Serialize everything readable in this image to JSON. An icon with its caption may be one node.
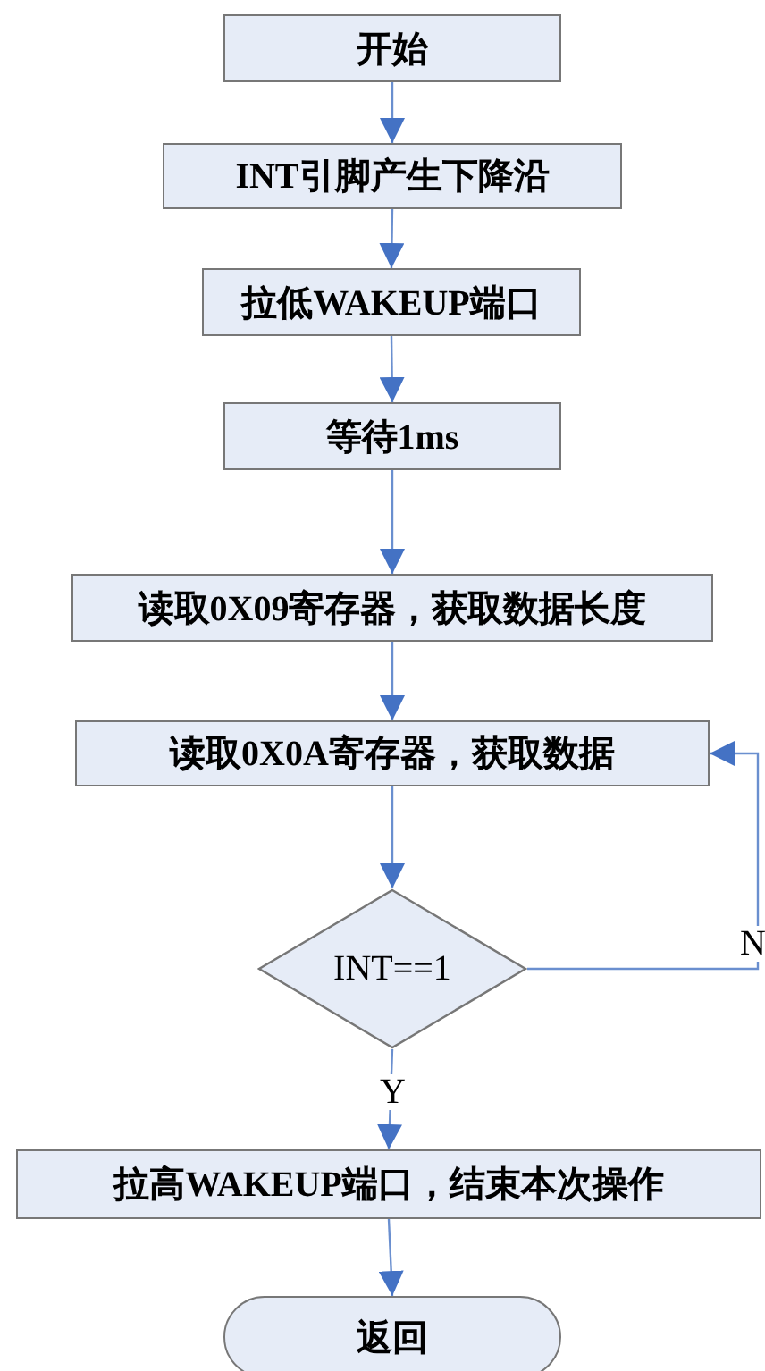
{
  "diagram": {
    "nodes": [
      {
        "text": [
          "开始"
        ]
      },
      {
        "text": [
          "INT引脚产生下降沿"
        ]
      },
      {
        "text": [
          "拉低WAKEUP端口"
        ]
      },
      {
        "text": [
          "等待1ms"
        ]
      },
      {
        "text": [
          "读取0X09寄存器，获取数据长度"
        ]
      },
      {
        "text": [
          "读取0X0A寄存器，获取数据"
        ]
      },
      {
        "text": [
          "INT==1"
        ]
      },
      {
        "text": [
          "拉高WAKEUP端口，结束本次操作"
        ]
      },
      {
        "text": [
          "返回"
        ]
      }
    ],
    "edges": [
      {
        "from": 0,
        "to": 1,
        "arrow": "to"
      },
      {
        "from": 1,
        "to": 2,
        "arrow": "to"
      },
      {
        "from": 2,
        "to": 3,
        "arrow": "to"
      },
      {
        "from": 3,
        "to": 4,
        "arrow": "to"
      },
      {
        "from": 4,
        "to": 5,
        "arrow": "to"
      },
      {
        "from": 5,
        "to": 6,
        "arrow": "to"
      },
      {
        "from": 6,
        "to": 7,
        "arrow": "to",
        "label": "Y"
      },
      {
        "from": 6,
        "to": 5,
        "arrow": "to",
        "label": "N"
      },
      {
        "from": 7,
        "to": 8,
        "arrow": "to"
      }
    ]
  }
}
